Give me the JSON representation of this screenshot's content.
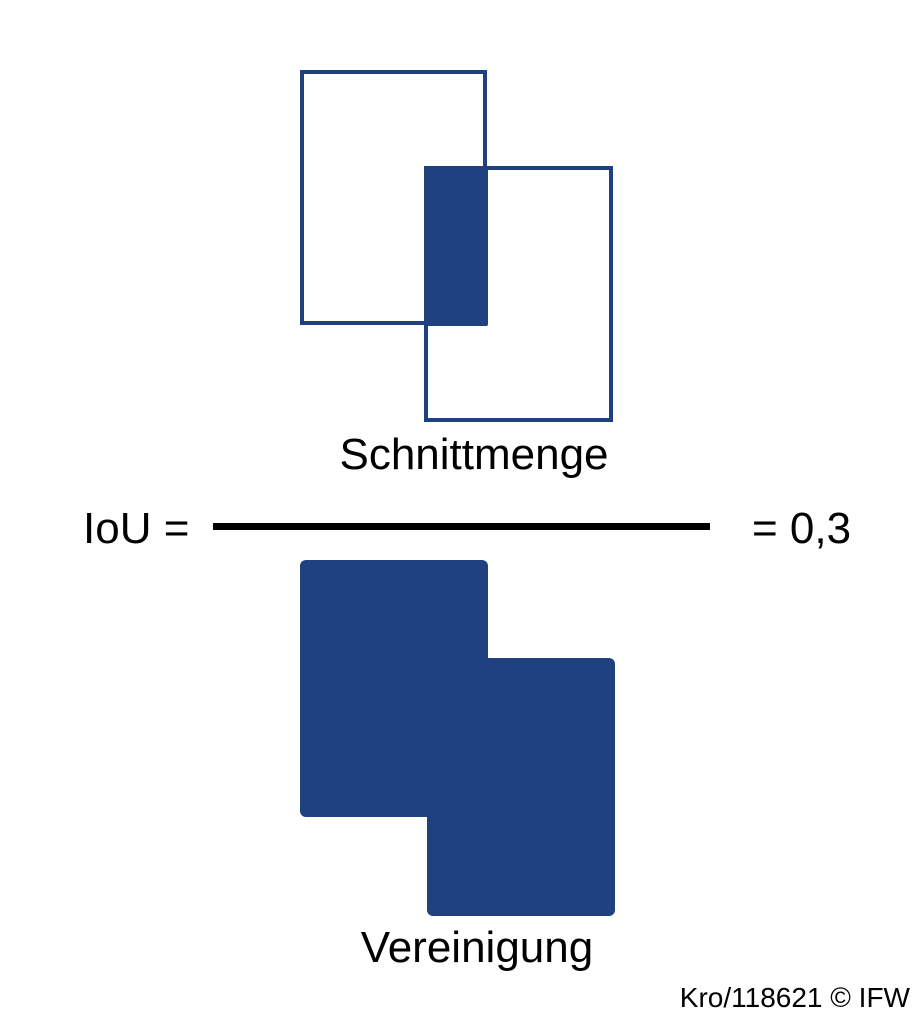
{
  "colors": {
    "shape_navy": "#1f4180",
    "text_black": "#000000",
    "background": "#ffffff"
  },
  "diagram": {
    "numerator_label": "Schnittmenge",
    "denominator_label": "Vereinigung",
    "formula": {
      "lhs": "IoU =",
      "rhs": "= 0,3"
    },
    "credit": "Kro/118621 © IFW"
  }
}
